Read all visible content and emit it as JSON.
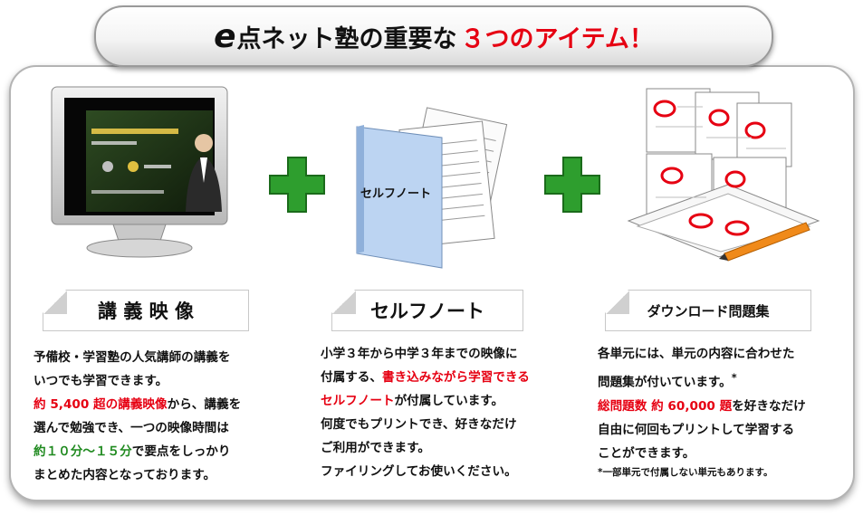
{
  "banner": {
    "prefix": "e",
    "main": "点ネット塾の重要な",
    "highlight": "３つのアイテム！"
  },
  "items": [
    {
      "icon": "monitor-lecture-icon",
      "tag": "講 義 映 像",
      "lines": [
        [
          {
            "t": "予備校・学習塾の人気講師の講義を",
            "c": ""
          }
        ],
        [
          {
            "t": "いつでも学習できます。",
            "c": ""
          }
        ],
        [
          {
            "t": "約 5,400 超の講義映像",
            "c": "red"
          },
          {
            "t": "から、講義を",
            "c": ""
          }
        ],
        [
          {
            "t": "選んで勉強でき、一つの映像時間は",
            "c": ""
          }
        ],
        [
          {
            "t": "約１０分〜１５分",
            "c": "green"
          },
          {
            "t": "で要点をしっかり",
            "c": ""
          }
        ],
        [
          {
            "t": "まとめた内容となっております。",
            "c": ""
          }
        ]
      ]
    },
    {
      "icon": "notebook-icon",
      "cover_label": "セルフノート",
      "tag": "セルフノート",
      "lines": [
        [
          {
            "t": "小学３年から中学３年までの映像に",
            "c": ""
          }
        ],
        [
          {
            "t": "付属する、",
            "c": ""
          },
          {
            "t": "書き込みながら学習できる",
            "c": "red"
          }
        ],
        [
          {
            "t": "セルフノート",
            "c": "red"
          },
          {
            "t": "が付属しています。",
            "c": ""
          }
        ],
        [
          {
            "t": "何度でもプリントでき、好きなだけ",
            "c": ""
          }
        ],
        [
          {
            "t": "ご利用ができます。",
            "c": ""
          }
        ],
        [
          {
            "t": "ファイリングしてお使いください。",
            "c": ""
          }
        ]
      ]
    },
    {
      "icon": "graded-worksheets-icon",
      "tag": "ダウンロード問題集",
      "lines": [
        [
          {
            "t": "各単元には、単元の内容に合わせた",
            "c": ""
          }
        ],
        [
          {
            "t": "問題集が付いています。",
            "c": ""
          },
          {
            "t": "*",
            "c": "sup"
          }
        ],
        [
          {
            "t": "総問題数 約 60,000 題",
            "c": "red"
          },
          {
            "t": "を好きなだけ",
            "c": ""
          }
        ],
        [
          {
            "t": "自由に何回もプリントして学習する",
            "c": ""
          }
        ],
        [
          {
            "t": "ことができます。",
            "c": ""
          }
        ]
      ],
      "note": "*一部単元で付属しない単元もあります。"
    }
  ],
  "plus_icon": "plus-icon",
  "colors": {
    "red": "#e60012",
    "green": "#1f8a1f",
    "plus": "#2e9e2e"
  }
}
